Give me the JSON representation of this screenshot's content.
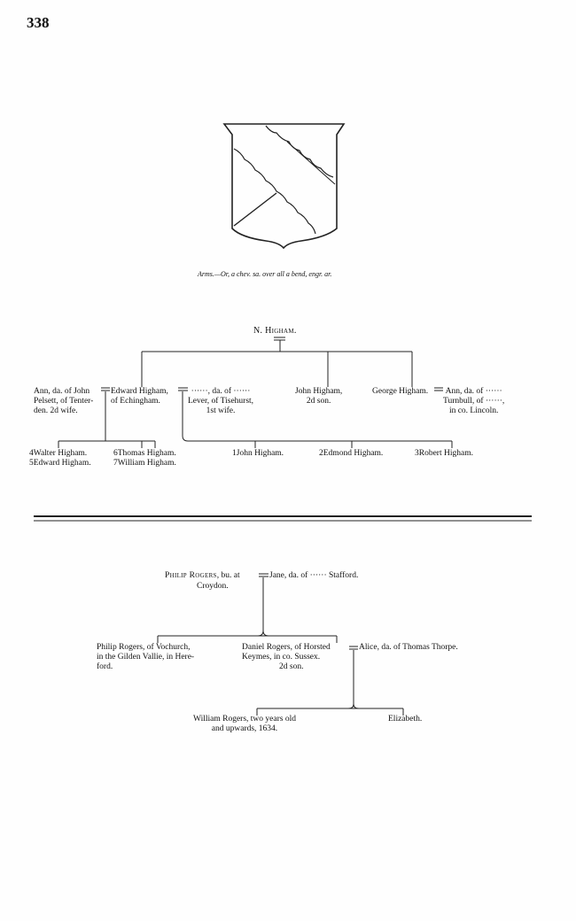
{
  "page_number": "338",
  "arms_caption": "Arms.—Or, a chev. sa. over all a bend, engr. ar.",
  "higham": {
    "head": "N. Higham.",
    "ann": [
      "Ann, da. of John",
      "Pelsett, of Tenter-",
      "den.  2d wife."
    ],
    "edward": [
      "Edward Higham,",
      "of Echingham."
    ],
    "lever": [
      "······, da. of ······",
      "Lever, of Tisehurst,",
      "1st wife."
    ],
    "john": [
      "John Higham,",
      "2d son."
    ],
    "george": "George Higham.",
    "ann2": [
      "Ann, da. of ······",
      "Turnbull, of ······,",
      "in co. Lincoln."
    ],
    "walter": "4Walter Higham.",
    "edward5": "5Edward Higham.",
    "thomas": "6Thomas Higham.",
    "william": "7William Higham.",
    "john1": "1John Higham.",
    "edmond": "2Edmond Higham.",
    "robert": "3Robert Higham."
  },
  "rogers": {
    "head_name": "Philip Rogers",
    "head_rest": ", bu. at",
    "croydon": "Croydon.",
    "jane": "Jane, da. of ······  Stafford.",
    "philip": [
      "Philip Rogers,  of Vochurch,",
      "in the Gilden Vallie, in Here-",
      "ford."
    ],
    "daniel": [
      "Daniel Rogers,  of Horsted",
      "Keymes, in co. Sussex.",
      "2d son."
    ],
    "alice": "Alice, da. of Thomas Thorpe.",
    "william": [
      "William Rogers, two years old",
      "and upwards, 1634."
    ],
    "elizabeth": "Elizabeth."
  }
}
